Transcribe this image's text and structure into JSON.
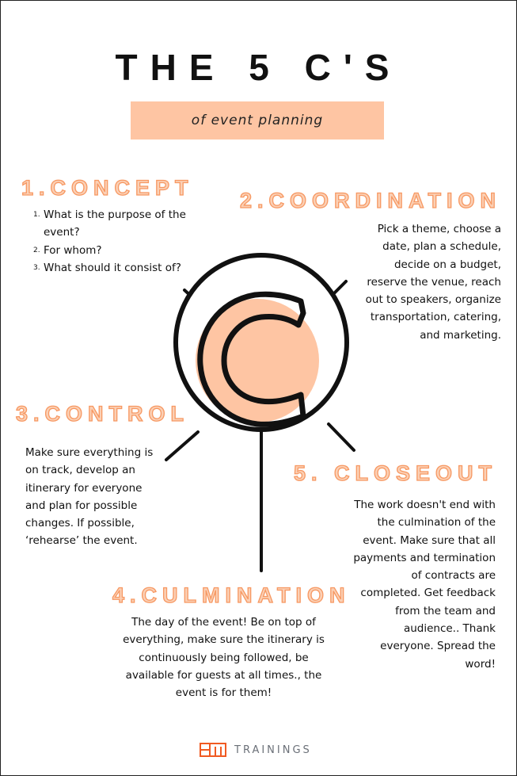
{
  "title": "THE 5 C'S",
  "subtitle": "of event planning",
  "sections": [
    {
      "heading": "1.CONCEPT",
      "items": [
        {
          "num": "1.",
          "text": "What is the purpose of the event?"
        },
        {
          "num": "2.",
          "text": "For whom?"
        },
        {
          "num": "3.",
          "text": "What should it consist of?"
        }
      ]
    },
    {
      "heading": "2.COORDINATION",
      "body": "Pick a theme, choose a date, plan a schedule, decide on a budget, reserve the venue, reach out to speakers, organize transportation, catering, and marketing."
    },
    {
      "heading": "3.CONTROL",
      "body": "Make sure everything is on track, develop an itinerary for everyone and plan for possible changes. If possible, ‘rehearse’ the event."
    },
    {
      "heading": "4.CULMINATION",
      "body": "The day of the event! Be on top of everything, make sure the itinerary is continuously being followed, be available for guests at all times., the event is for them!"
    },
    {
      "heading": "5. CLOSEOUT",
      "body": "The work doesn't end with the culmination of the event. Make sure that all payments and termination of contracts are completed. Get feedback from the team and audience.. Thank everyone. Spread the word!"
    }
  ],
  "logo": {
    "mark": "EM",
    "text": "TRAININGS"
  },
  "colors": {
    "accent": "#f79862",
    "fill": "#fec5a3",
    "logo": "#f05a22"
  }
}
